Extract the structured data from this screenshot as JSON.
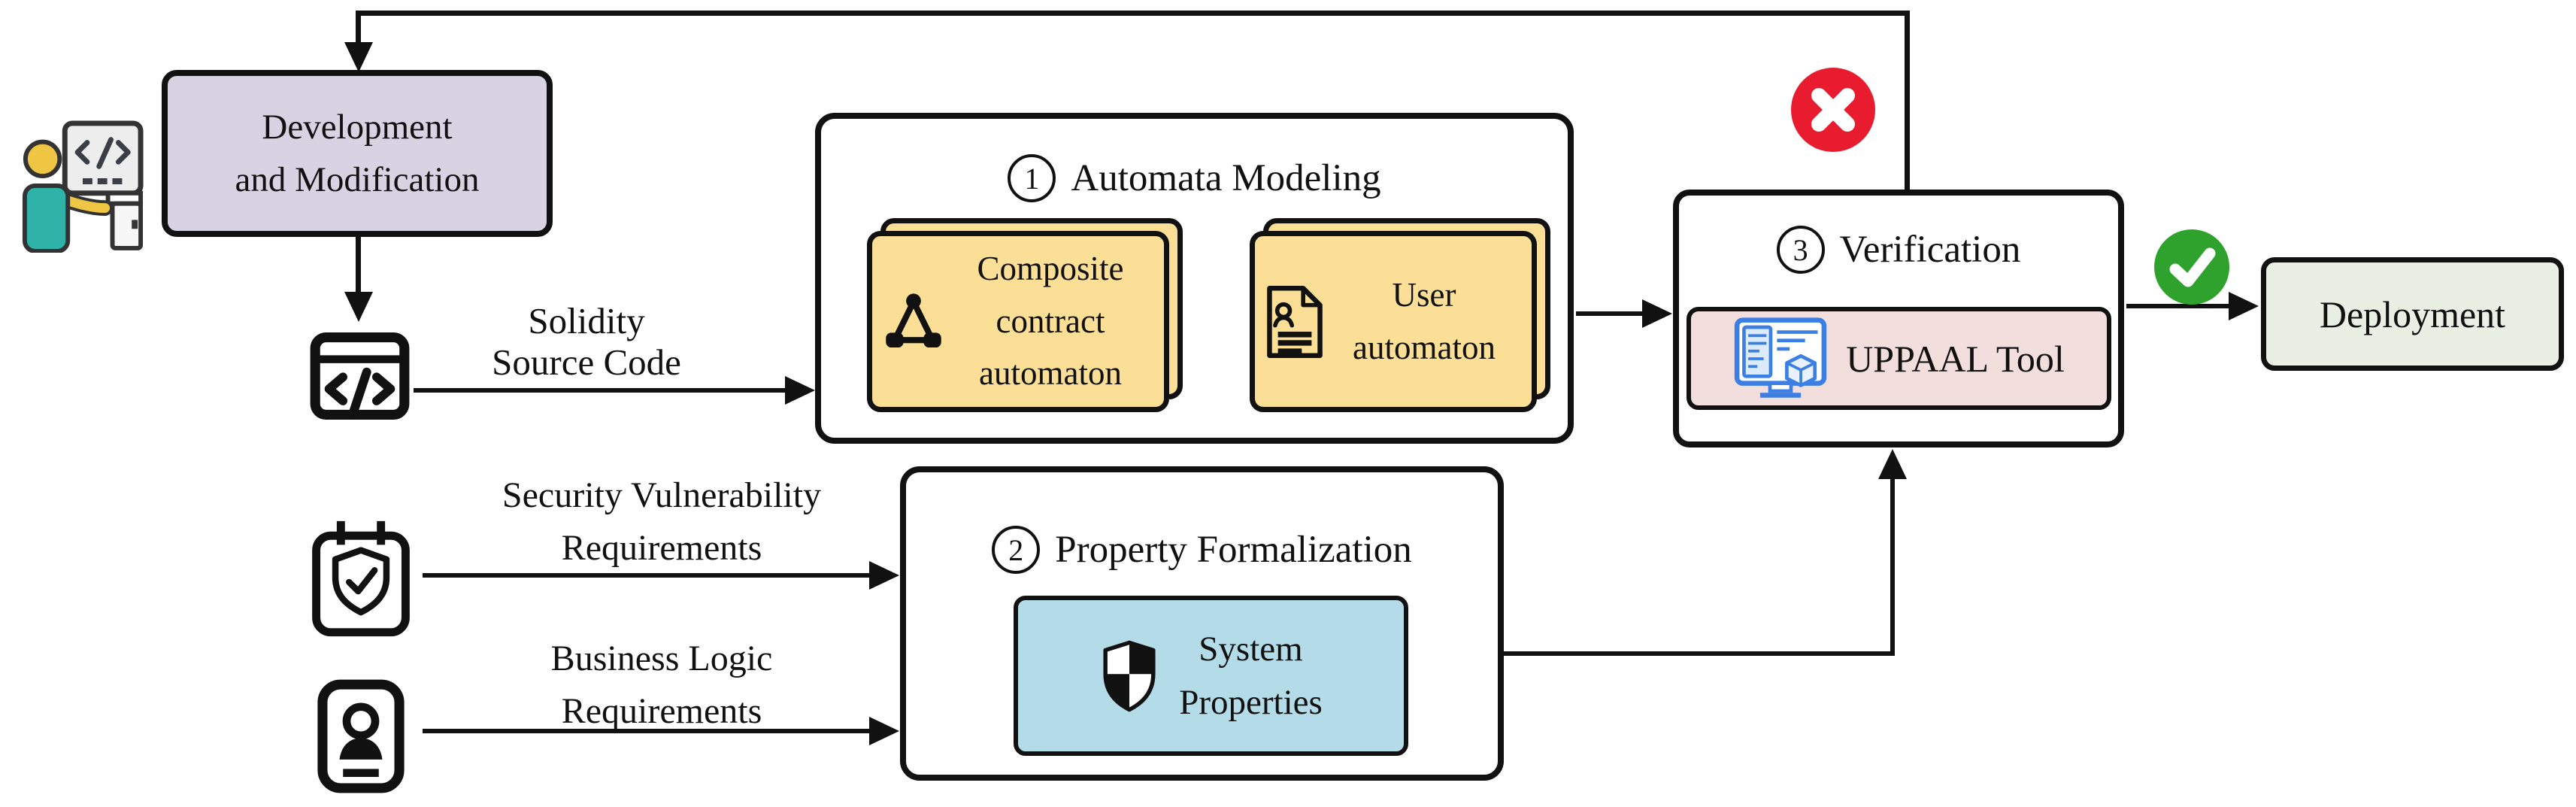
{
  "nodes": {
    "development": {
      "line1": "Development",
      "line2": "and Modification"
    },
    "solidity_source": {
      "line1": "Solidity",
      "line2": "Source Code"
    },
    "automata_modeling": {
      "step": "1",
      "title": "Automata Modeling"
    },
    "composite_card": {
      "line1": "Composite",
      "line2": "contract",
      "line3": "automaton"
    },
    "user_card": {
      "line1": "User",
      "line2": "automaton"
    },
    "security_requirements": {
      "line1": "Security Vulnerability",
      "line2": "Requirements"
    },
    "business_requirements": {
      "line1": "Business Logic",
      "line2": "Requirements"
    },
    "property_formalization": {
      "step": "2",
      "title": "Property Formalization"
    },
    "system_properties": {
      "line1": "System",
      "line2": "Properties"
    },
    "verification": {
      "step": "3",
      "title": "Verification"
    },
    "uppaal": {
      "label": "UPPAAL Tool"
    },
    "deployment": {
      "label": "Deployment"
    }
  },
  "icons": {
    "developer": "person-at-computer-icon",
    "solidity_source": "code-window-icon",
    "composite_card": "network-triangle-icon",
    "user_card": "user-document-icon",
    "security_requirements": "clipboard-shield-check-icon",
    "business_requirements": "id-card-icon",
    "system_properties": "quartered-shield-icon",
    "uppaal": "monitor-model-checker-icon",
    "verification_fail": "red-cross-circle-icon",
    "verification_pass": "green-check-circle-icon"
  },
  "colors": {
    "development_fill": "#d8d3e2",
    "automata_card_fill": "#fbdf96",
    "system_properties_fill": "#b4dbe8",
    "uppaal_fill": "#f1dedd",
    "deployment_fill": "#e9efe3",
    "fail_red": "#e81c2e",
    "pass_green": "#2fa22e",
    "uppaal_icon_blue": "#3b7fe4",
    "line_black": "#111111"
  }
}
